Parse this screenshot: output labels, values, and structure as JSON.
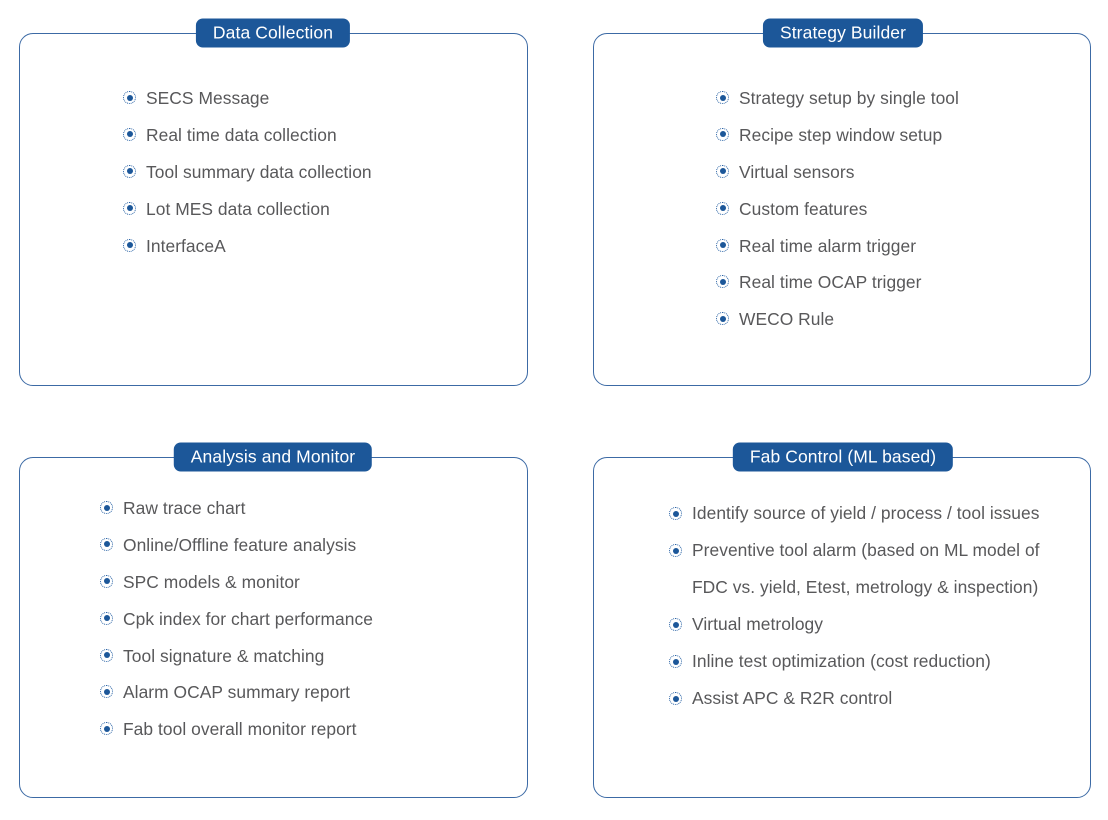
{
  "theme": {
    "badge_background": "#1c5799",
    "badge_text": "#ffffff",
    "card_border": "#3c6aa5",
    "bullet_color": "#1c5799",
    "item_text": "#58585a",
    "page_background": "#ffffff"
  },
  "cards": [
    {
      "id": "data-collection",
      "title": "Data Collection",
      "bullet_icon": "radiating-dot-icon",
      "items": [
        "SECS Message",
        "Real time data collection",
        "Tool summary data collection",
        "Lot MES data collection",
        "InterfaceA"
      ]
    },
    {
      "id": "strategy-builder",
      "title": "Strategy Builder",
      "bullet_icon": "radiating-dot-icon",
      "items": [
        "Strategy setup by single tool",
        "Recipe step window setup",
        "Virtual sensors",
        "Custom features",
        "Real time alarm trigger",
        "Real time OCAP trigger",
        "WECO Rule"
      ]
    },
    {
      "id": "analysis-and-monitor",
      "title": "Analysis and Monitor",
      "bullet_icon": "radiating-dot-icon",
      "items": [
        "Raw trace chart",
        "Online/Offline feature analysis",
        "SPC models & monitor",
        "Cpk index for chart performance",
        "Tool signature & matching",
        "Alarm OCAP summary report",
        "Fab tool overall monitor report"
      ]
    },
    {
      "id": "fab-control-ml-based",
      "title": "Fab Control (ML based)",
      "bullet_icon": "radiating-dot-icon",
      "items": [
        "Identify source of yield / process / tool issues",
        "Preventive tool alarm (based on ML model of FDC vs. yield, Etest, metrology & inspection)",
        "Virtual metrology",
        "Inline test optimization (cost reduction)",
        "Assist APC & R2R control"
      ]
    }
  ]
}
